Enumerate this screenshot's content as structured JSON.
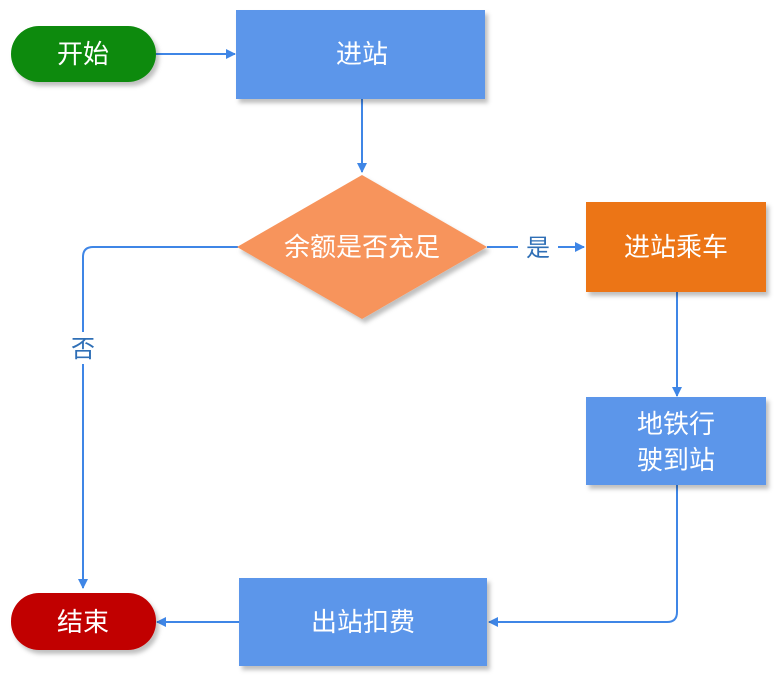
{
  "nodes": {
    "start": {
      "label": "开始",
      "color": "#0c8a0c"
    },
    "enter": {
      "label": "进站",
      "color": "#5b96ea"
    },
    "decision": {
      "label": "余额是否充足",
      "color": "#f7945c"
    },
    "board": {
      "label": "进站乘车",
      "color": "#ec7413"
    },
    "ride": {
      "line1": "地铁行",
      "line2": "驶到站",
      "color": "#5b96ea"
    },
    "exit": {
      "label": "出站扣费",
      "color": "#5b96ea"
    },
    "end": {
      "label": "结束",
      "color": "#c10000"
    }
  },
  "edges": {
    "yes_label": "是",
    "no_label": "否",
    "color": "#3f86e6"
  }
}
